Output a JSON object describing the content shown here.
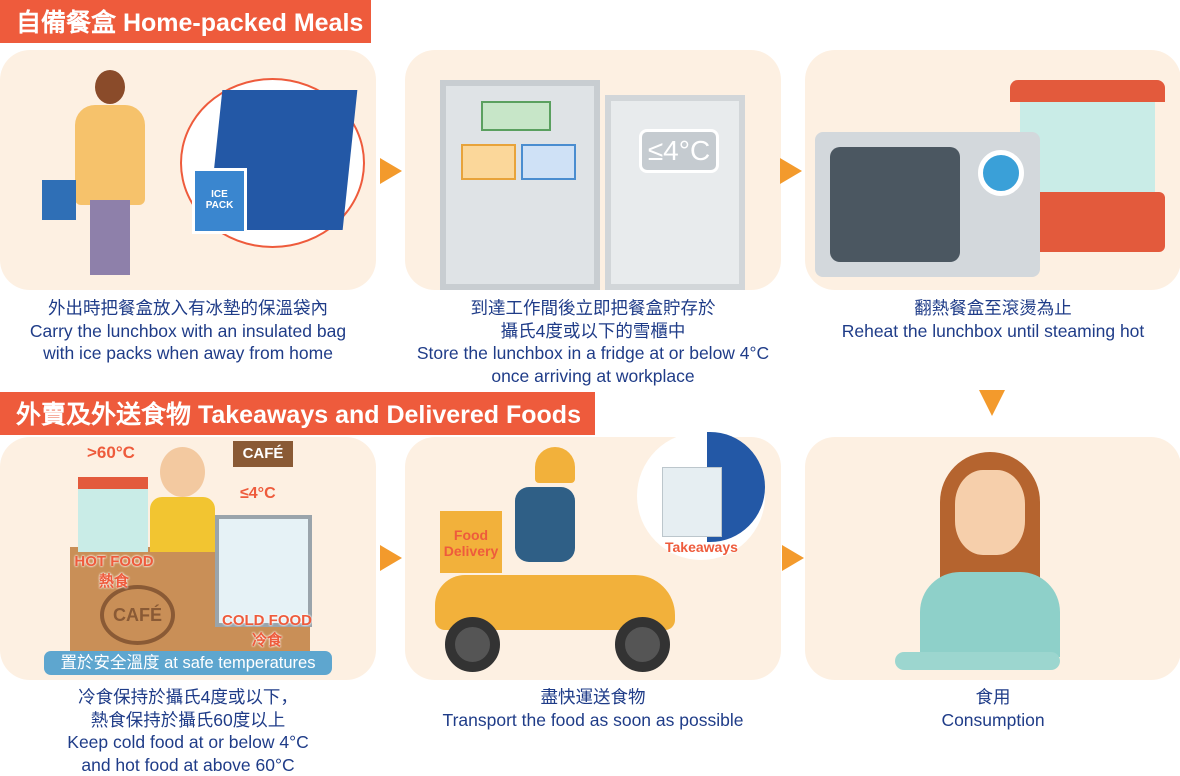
{
  "section1": {
    "title": "自備餐盒  Home-packed Meals"
  },
  "section2": {
    "title": "外賣及外送食物  Takeaways and Delivered Foods"
  },
  "steps_top": [
    {
      "zh": "外出時把餐盒放入有冰墊的保溫袋內",
      "en": [
        "Carry the lunchbox with an insulated bag",
        "with ice packs when away from home"
      ],
      "art": {
        "ice_pack": "ICE\nPACK"
      }
    },
    {
      "zh": [
        "到達工作間後立即把餐盒貯存於",
        "攝氏4度或以下的雪櫃中"
      ],
      "en": [
        "Store the lunchbox in a fridge at or below 4°C",
        "once arriving at workplace"
      ],
      "art": {
        "temp": "≤4°C"
      }
    },
    {
      "zh": "翻熱餐盒至滾燙為止",
      "en": [
        "Reheat the lunchbox until steaming hot"
      ]
    }
  ],
  "steps_bottom": [
    {
      "zh": [
        "冷食保持於攝氏4度或以下，",
        "熱食保持於攝氏60度以上"
      ],
      "en": [
        "Keep cold food at or below 4°C",
        "and hot food at above 60°C"
      ],
      "art": {
        "hot_temp": ">60°C",
        "cafe_sign": "CAFÉ",
        "cold_temp": "≤4°C",
        "hot_food_en": "HOT FOOD",
        "hot_food_zh": "熱食",
        "cold_food_en": "COLD FOOD",
        "cold_food_zh": "冷食",
        "counter_logo": "CAFÉ",
        "safe_label": "置於安全溫度 at safe temperatures"
      }
    },
    {
      "zh": [
        "盡快運送食物"
      ],
      "en": [
        "Transport the food as soon as possible"
      ],
      "art": {
        "delivery_box": "Food\nDelivery",
        "bag_label": "Takeaways"
      }
    },
    {
      "zh": [
        "食用"
      ],
      "en": [
        "Consumption"
      ]
    }
  ],
  "colors": {
    "banner": "#ee5b3c",
    "panel": "#fdf0e2",
    "arrow": "#f39a2c",
    "text": "#1f3c88"
  }
}
